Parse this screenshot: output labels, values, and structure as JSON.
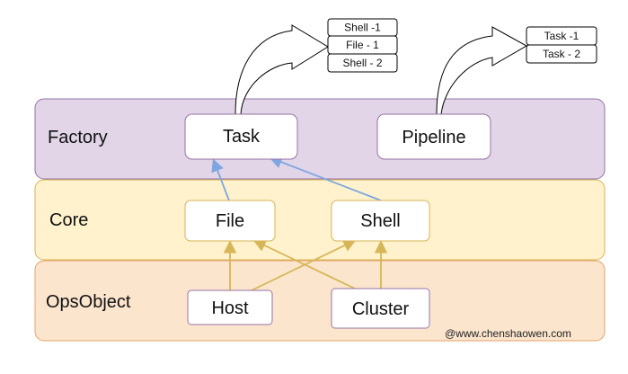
{
  "layers": {
    "factory": {
      "label": "Factory",
      "fill": "#e1d5e7",
      "stroke": "#9673a6"
    },
    "core": {
      "label": "Core",
      "fill": "#fff2cc",
      "stroke": "#d6b656"
    },
    "opsobject": {
      "label": "OpsObject",
      "fill": "#fce5cd",
      "stroke": "#e6a36a"
    }
  },
  "nodes": {
    "task": {
      "label": "Task",
      "stroke": "#9673a6"
    },
    "pipeline": {
      "label": "Pipeline",
      "stroke": "#9673a6"
    },
    "file": {
      "label": "File",
      "stroke": "#d6b656"
    },
    "shell": {
      "label": "Shell",
      "stroke": "#d6b656"
    },
    "host": {
      "label": "Host",
      "stroke": "#9673a6"
    },
    "cluster": {
      "label": "Cluster",
      "stroke": "#9673a6"
    }
  },
  "task_list": {
    "items": [
      "Shell -1",
      "File - 1",
      "Shell - 2"
    ]
  },
  "pipeline_list": {
    "items": [
      "Task -1",
      "Task - 2"
    ]
  },
  "colors": {
    "blue_arrow": "#7ea6e0",
    "gold_arrow": "#d6b656",
    "curve_arrow": "#000000"
  },
  "watermark": "@www.chenshaowen.com"
}
